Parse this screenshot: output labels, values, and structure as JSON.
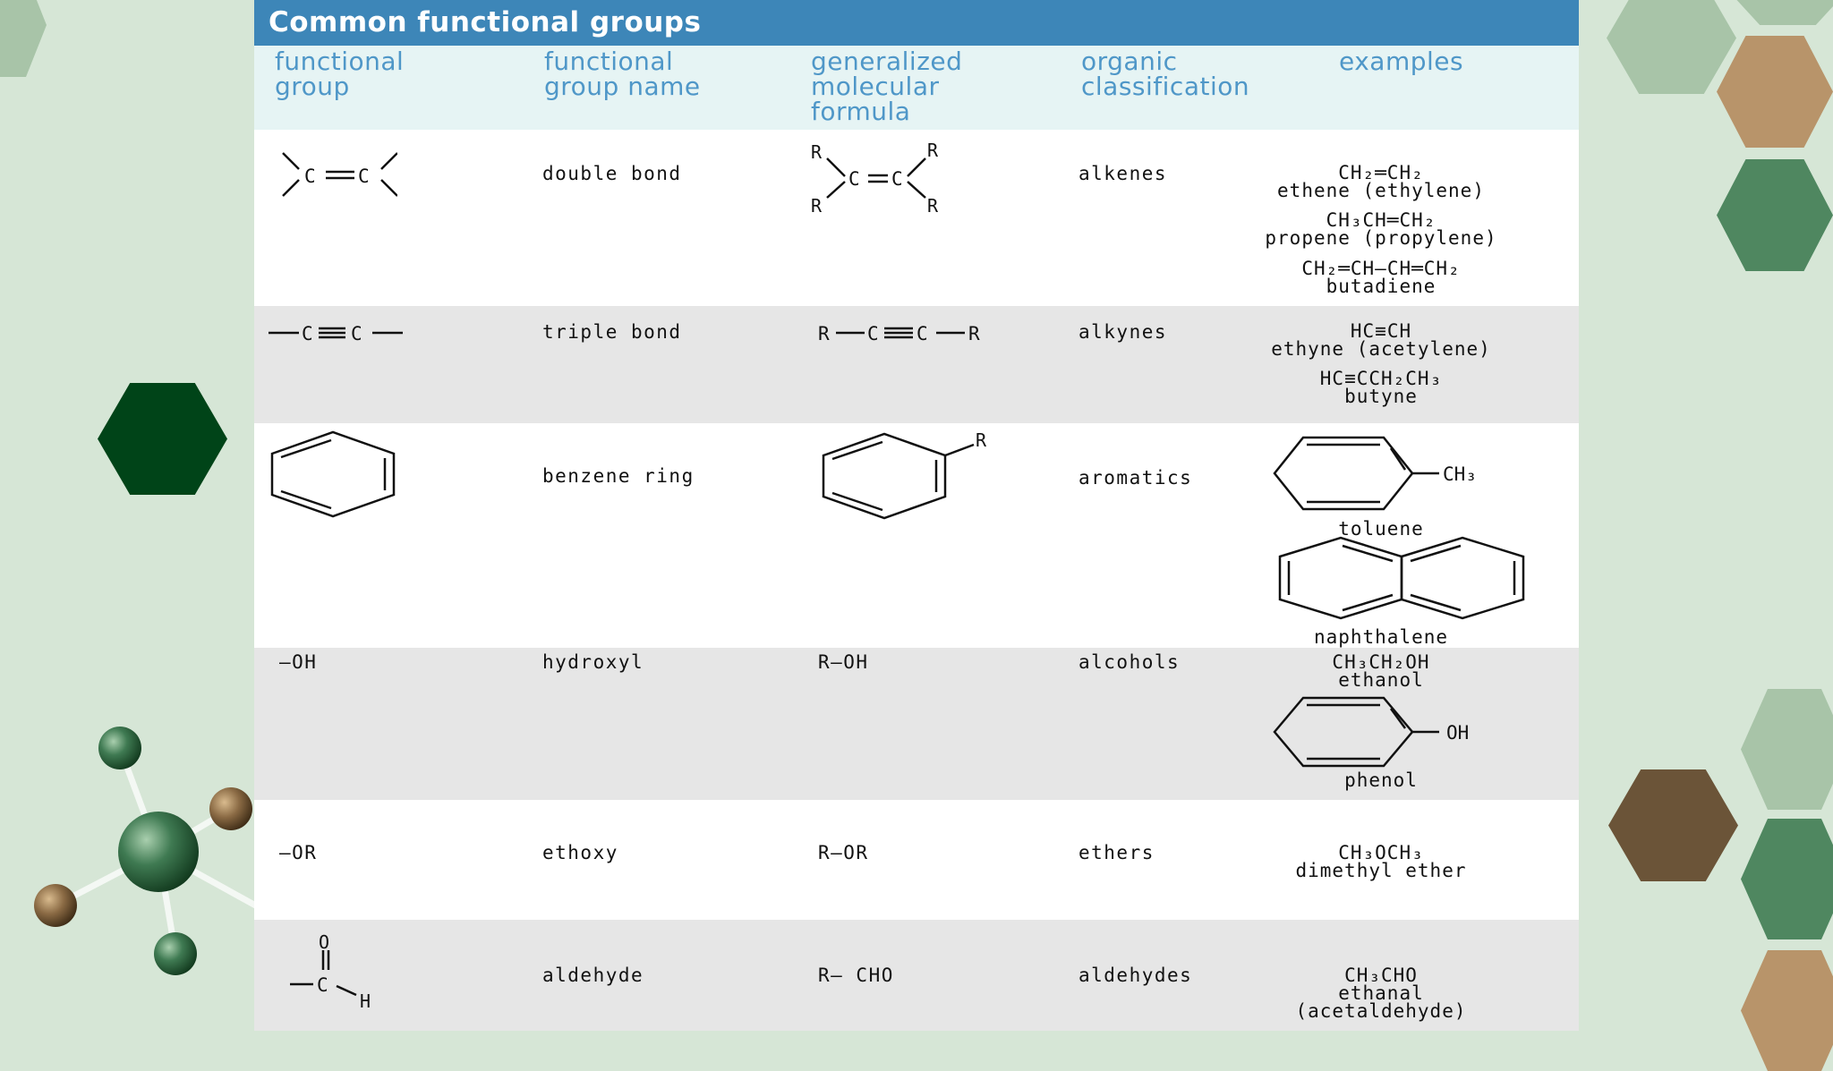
{
  "title": "Common functional groups",
  "columns": [
    "functional\ngroup",
    "functional\ngroup name",
    "generalized\nmolecular\nformula",
    "organic\nclassification",
    "examples"
  ],
  "rows": [
    {
      "group_name": "double bond",
      "classification": "alkenes",
      "examples": [
        {
          "formula": "CH₂═CH₂",
          "name": "ethene (ethylene)"
        },
        {
          "formula": "CH₃CH═CH₂",
          "name": "propene (propylene)"
        },
        {
          "formula": "CH₂═CH—CH═CH₂",
          "name": "butadiene"
        }
      ]
    },
    {
      "group_name": "triple bond",
      "classification": "alkynes",
      "examples": [
        {
          "formula": "HC≡CH",
          "name": "ethyne (acetylene)"
        },
        {
          "formula": "HC≡CCH₂CH₃",
          "name": "butyne"
        }
      ]
    },
    {
      "group_name": "benzene ring",
      "classification": "aromatics",
      "examples": [
        {
          "name": "toluene"
        },
        {
          "name": "naphthalene"
        }
      ]
    },
    {
      "group": "—OH",
      "group_name": "hydroxyl",
      "formula": "R—OH",
      "classification": "alcohols",
      "examples": [
        {
          "formula": "CH₃CH₂OH",
          "name": "ethanol"
        },
        {
          "name": "phenol"
        }
      ]
    },
    {
      "group": "—OR",
      "group_name": "ethoxy",
      "formula": "R—OR",
      "classification": "ethers",
      "examples": [
        {
          "formula": "CH₃OCH₃",
          "name": "dimethyl ether"
        }
      ]
    },
    {
      "group_name": "aldehyde",
      "formula": "R— CHO",
      "classification": "aldehydes",
      "examples": [
        {
          "formula": "CH₃CHO",
          "name": "ethanal",
          "name2": "(acetaldehyde)"
        }
      ]
    }
  ],
  "structure_labels": {
    "C": "C",
    "R": "R",
    "H": "H",
    "O": "O",
    "OH": "OH",
    "CH3": "CH₃"
  },
  "colors": {
    "title_bar": "#3d86b8",
    "header_bg": "#e6f4f4",
    "header_text": "#4f97c8",
    "row_gray": "#e6e6e6",
    "page_bg": "#d6e6d6"
  }
}
